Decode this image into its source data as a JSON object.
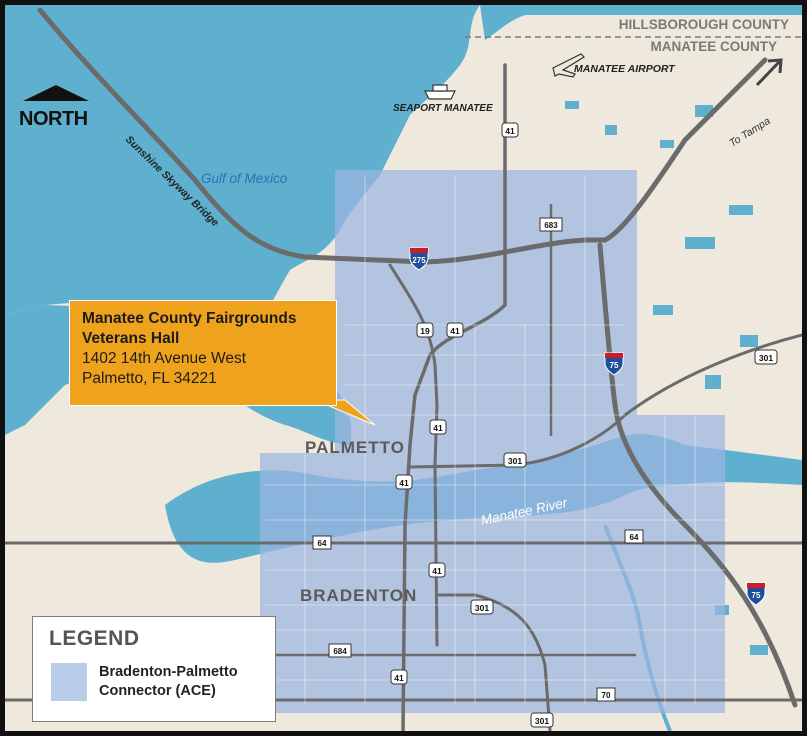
{
  "labels": {
    "county_north": "HILLSBOROUGH COUNTY",
    "county_south": "MANATEE COUNTY",
    "airport": "MANATEE AIRPORT",
    "seaport": "SEAPORT MANATEE",
    "gulf": "Gulf of Mexico",
    "bridge": "Sunshine Skyway Bridge",
    "to_tampa": "To Tampa",
    "river": "Manatee River",
    "palmetto": "PALMETTO",
    "bradenton": "BRADENTON",
    "north": "NORTH"
  },
  "callout": {
    "title_line1": "Manatee County Fairgrounds",
    "title_line2": "Veterans Hall",
    "address_line1": "1402 14th Avenue West",
    "address_line2": "Palmetto, FL 34221"
  },
  "legend": {
    "title": "LEGEND",
    "item_label_line1": "Bradenton-Palmetto",
    "item_label_line2": "Connector (ACE)"
  },
  "shields": {
    "i275": "275",
    "i75a": "75",
    "i75b": "75",
    "us41a": "41",
    "us41b": "41",
    "us41c": "41",
    "us41d": "41",
    "us41e": "41",
    "us41f": "41",
    "us19": "19",
    "us301a": "301",
    "us301b": "301",
    "us301c": "301",
    "us301d": "301",
    "sr683": "683",
    "sr684": "684",
    "sr64a": "64",
    "sr64b": "64",
    "sr70": "70"
  },
  "colors": {
    "water": "#5fb0cf",
    "land": "#efe8dd",
    "service_area": "#9bb6e0",
    "callout": "#efa21c",
    "road": "#6b6b6b"
  }
}
